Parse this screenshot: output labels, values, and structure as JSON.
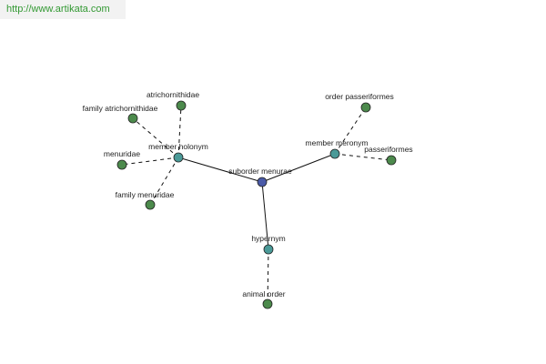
{
  "header": {
    "url": "http://www.artikata.com"
  },
  "colors": {
    "center": "#4a5aa8",
    "relation": "#4a9a98",
    "leaf": "#4c8a4c",
    "edge": "#111111"
  },
  "graph": {
    "center": {
      "id": "suborder",
      "label": "suborder menurae"
    },
    "relations": [
      {
        "id": "holonym",
        "label": "member holonym"
      },
      {
        "id": "meronym",
        "label": "member meronym"
      },
      {
        "id": "hypernym",
        "label": "hypernym"
      }
    ],
    "leaves": [
      {
        "id": "atrichornithidae",
        "label": "atrichornithidae",
        "parent": "holonym"
      },
      {
        "id": "family-atrichornithidae",
        "label": "family atrichornithidae",
        "parent": "holonym"
      },
      {
        "id": "menuridae",
        "label": "menuridae",
        "parent": "holonym"
      },
      {
        "id": "family-menuridae",
        "label": "family menuridae",
        "parent": "holonym"
      },
      {
        "id": "order-passeriformes",
        "label": "order passeriformes",
        "parent": "meronym"
      },
      {
        "id": "passeriformes",
        "label": "passeriformes",
        "parent": "meronym"
      },
      {
        "id": "animal-order",
        "label": "animal order",
        "parent": "hypernym"
      }
    ]
  }
}
